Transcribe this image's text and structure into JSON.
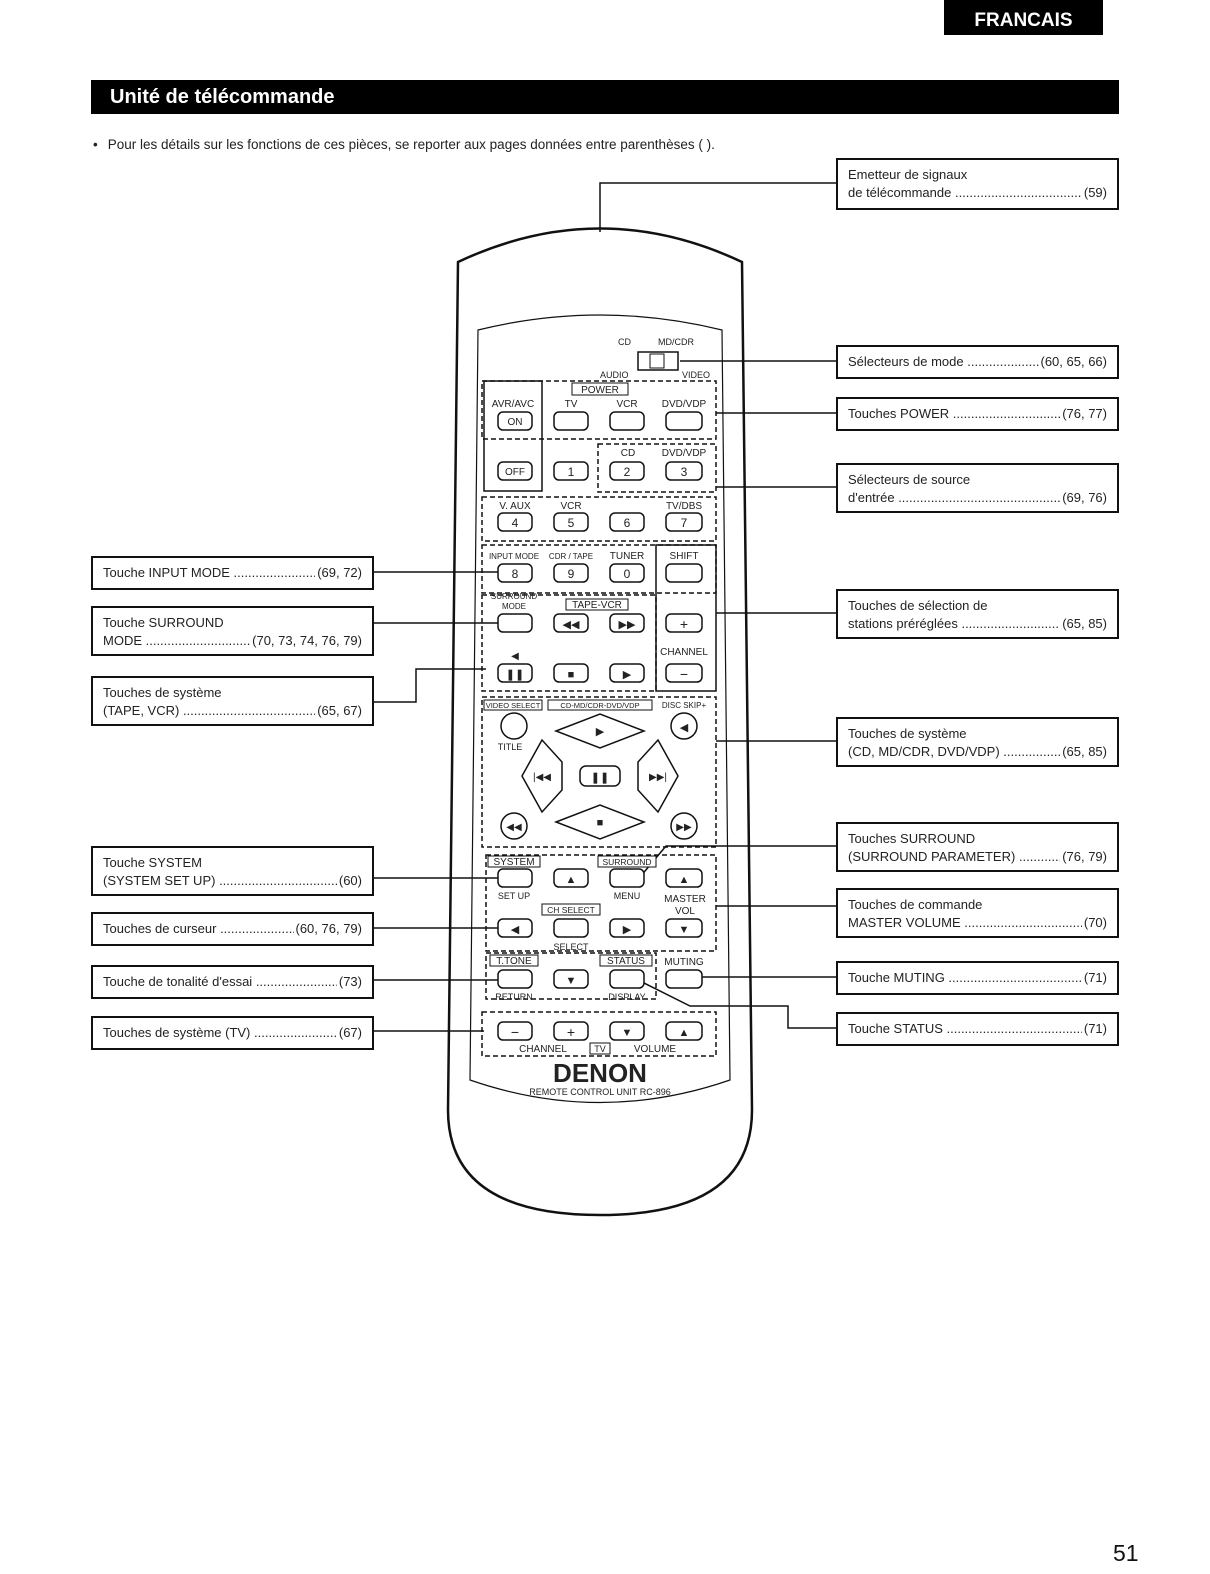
{
  "header": {
    "language_tab": "FRANCAIS",
    "section_title": "Unité de télécommande",
    "intro": "Pour les détails sur les fonctions de ces pièces, se reporter aux pages données entre parenthèses ( )."
  },
  "callouts_right": [
    {
      "line1": "Emetteur de signaux",
      "lead": "de télécommande",
      "ref": "(59)"
    },
    {
      "line1": "",
      "lead": "Sélecteurs de mode",
      "ref": "(60, 65, 66)"
    },
    {
      "line1": "",
      "lead": "Touches POWER",
      "ref": "(76, 77)"
    },
    {
      "line1": "Sélecteurs de source",
      "lead": "d'entrée",
      "ref": "(69, 76)"
    },
    {
      "line1": "Touches de sélection de",
      "lead": "stations préréglées",
      "ref": "(65, 85)"
    },
    {
      "line1": "Touches de système",
      "lead": "(CD, MD/CDR, DVD/VDP)",
      "ref": "(65, 85)"
    },
    {
      "line1": "Touches SURROUND",
      "lead": "(SURROUND PARAMETER)",
      "ref": "(76, 79)"
    },
    {
      "line1": "Touches de commande",
      "lead": "MASTER VOLUME",
      "ref": "(70)"
    },
    {
      "line1": "",
      "lead": "Touche MUTING",
      "ref": "(71)"
    },
    {
      "line1": "",
      "lead": "Touche STATUS",
      "ref": "(71)"
    }
  ],
  "callouts_left": [
    {
      "line1": "",
      "lead": "Touche INPUT MODE",
      "ref": "(69, 72)"
    },
    {
      "line1": "Touche SURROUND",
      "lead": "MODE",
      "ref": "(70, 73, 74, 76, 79)"
    },
    {
      "line1": "Touches de système",
      "lead": "(TAPE, VCR)",
      "ref": "(65, 67)"
    },
    {
      "line1": "Touche SYSTEM",
      "lead": "(SYSTEM SET UP)",
      "ref": "(60)"
    },
    {
      "line1": "",
      "lead": "Touches de curseur",
      "ref": "(60, 76, 79)"
    },
    {
      "line1": "",
      "lead": "Touche de tonalité d'essai",
      "ref": "(73)"
    },
    {
      "line1": "",
      "lead": "Touches de système (TV)",
      "ref": "(67)"
    }
  ],
  "remote": {
    "mode_switch": {
      "top_left": "CD",
      "top_right": "MD/CDR",
      "bottom_left": "AUDIO",
      "bottom_right": "VIDEO"
    },
    "power_label": "POWER",
    "avr_label": "AVR/AVC",
    "tv_label": "TV",
    "vcr_label": "VCR",
    "dvd_label": "DVD/VDP",
    "on_label": "ON",
    "off_label": "OFF",
    "cd_label": "CD",
    "dvd2_label": "DVD/VDP",
    "vaux_label": "V. AUX",
    "vcr2_label": "VCR",
    "tvdbs_label": "TV/DBS",
    "inputmode_label": "INPUT MODE",
    "cdrtape_label": "CDR / TAPE",
    "tuner_label": "TUNER",
    "shift_label": "SHIFT",
    "surround_mode_label": "SURROUND",
    "mode_label": "MODE",
    "tapevcr_label": "TAPE-VCR",
    "channel_label": "CHANNEL",
    "video_select_label": "VIDEO SELECT",
    "cd_md_label": "CD-MD/CDR-DVD/VDP",
    "disc_skip_label": "DISC SKIP+",
    "title_label": "TITLE",
    "system_label": "SYSTEM",
    "surround_label": "SURROUND",
    "setup_label": "SET UP",
    "menu_label": "MENU",
    "master_label": "MASTER",
    "vol_label": "VOL",
    "ch_select_label": "CH SELECT",
    "select_label": "SELECT",
    "ttone_label": "T.TONE",
    "status_label": "STATUS",
    "muting_label": "MUTING",
    "return_label": "RETURN",
    "display_label": "DISPLAY",
    "tv_channel_label": "CHANNEL",
    "tv_box_label": "TV",
    "volume_label": "VOLUME",
    "brand": "DENON",
    "model": "REMOTE CONTROL UNIT RC-896",
    "digits": [
      "1",
      "2",
      "3",
      "4",
      "5",
      "6",
      "7",
      "8",
      "9",
      "0"
    ]
  },
  "page_number": "51"
}
